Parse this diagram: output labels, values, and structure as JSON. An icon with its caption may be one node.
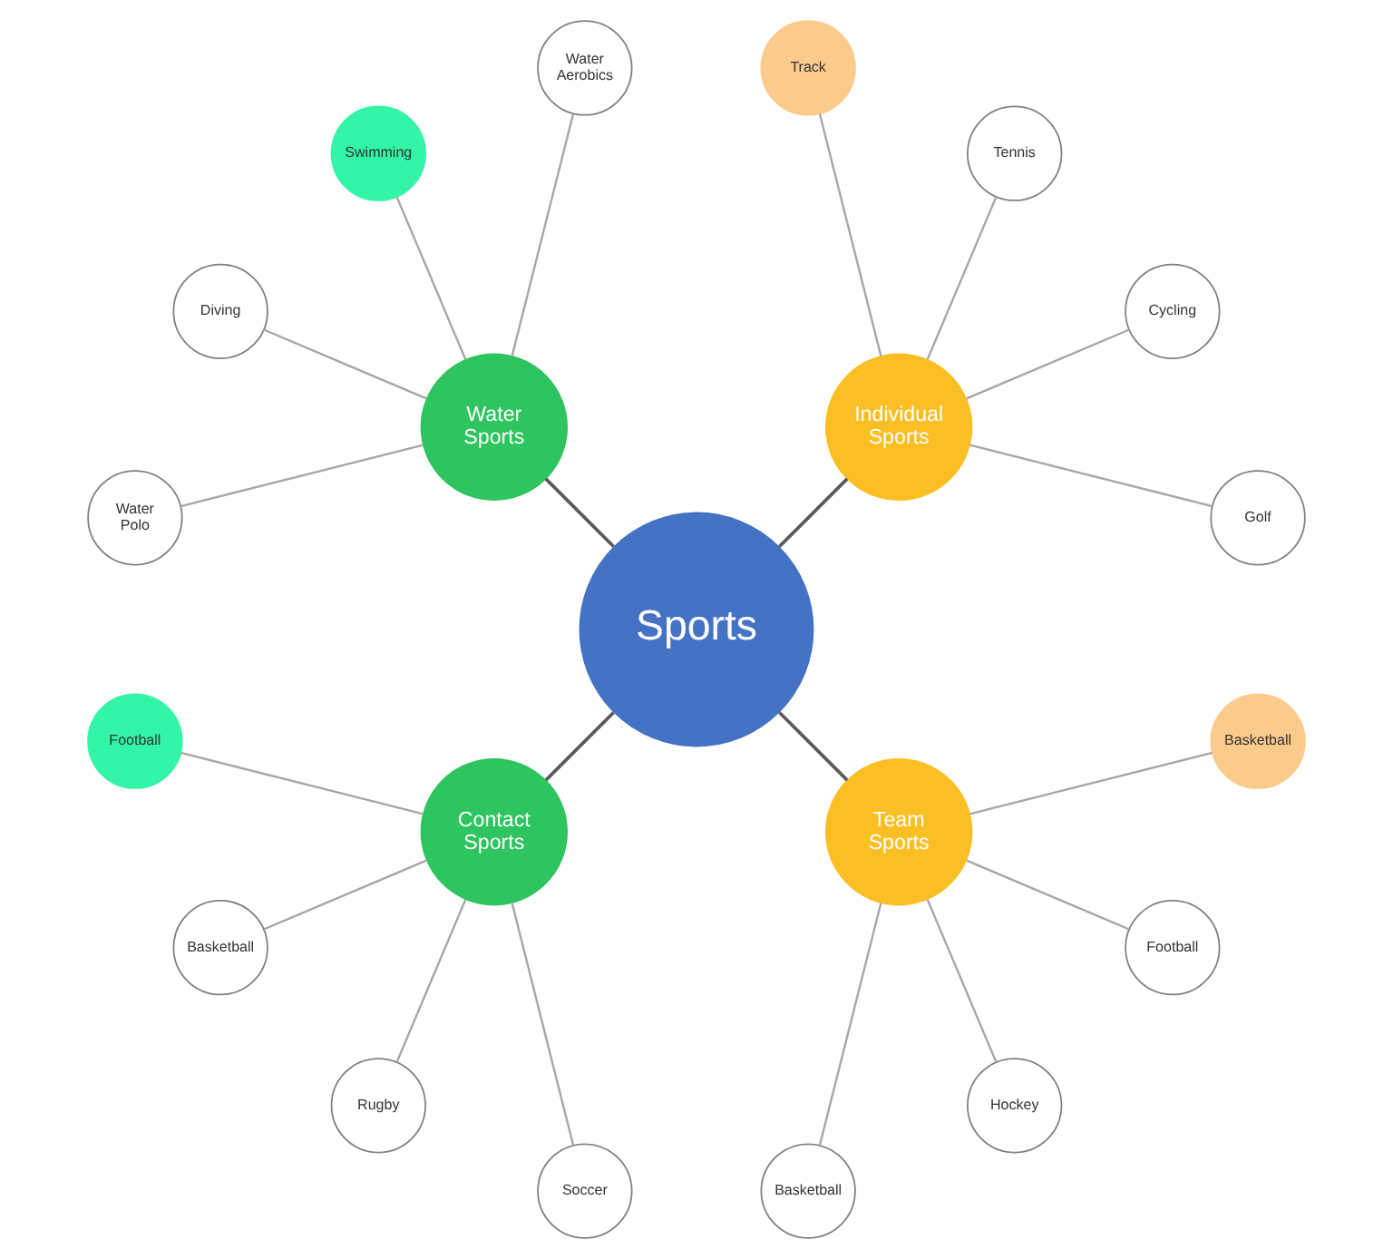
{
  "diagram": {
    "nodes": [
      {
        "text": [
          "Sports"
        ]
      },
      {
        "text": [
          "Individual Sports"
        ]
      },
      {
        "text": [
          "Golf"
        ]
      },
      {
        "text": [
          "Cycling"
        ]
      },
      {
        "text": [
          "Tennis"
        ]
      },
      {
        "text": [
          "Track"
        ]
      },
      {
        "text": [
          "Water Sports"
        ]
      },
      {
        "text": [
          "Water Aerobics"
        ]
      },
      {
        "text": [
          "Swimming"
        ]
      },
      {
        "text": [
          "Diving"
        ]
      },
      {
        "text": [
          "Water Polo"
        ]
      },
      {
        "text": [
          "Contact Sports"
        ]
      },
      {
        "text": [
          "Football"
        ]
      },
      {
        "text": [
          "Basketball"
        ]
      },
      {
        "text": [
          "Rugby"
        ]
      },
      {
        "text": [
          "Soccer"
        ]
      },
      {
        "text": [
          "Team Sports"
        ]
      },
      {
        "text": [
          "Basketball"
        ]
      },
      {
        "text": [
          "Hockey"
        ]
      },
      {
        "text": [
          "Football"
        ]
      },
      {
        "text": [
          "Basketball"
        ]
      }
    ],
    "edges": [
      {
        "from": 0,
        "to": 1,
        "arrow": "none",
        "color": "#595959"
      },
      {
        "from": 0,
        "to": 6,
        "arrow": "none",
        "color": "#595959"
      },
      {
        "from": 0,
        "to": 11,
        "arrow": "none",
        "color": "#595959"
      },
      {
        "from": 0,
        "to": 16,
        "arrow": "none",
        "color": "#595959"
      },
      {
        "from": 1,
        "to": 2,
        "arrow": "none"
      },
      {
        "from": 1,
        "to": 3,
        "arrow": "none"
      },
      {
        "from": 1,
        "to": 4,
        "arrow": "none"
      },
      {
        "from": 1,
        "to": 5,
        "arrow": "none"
      },
      {
        "from": 6,
        "to": 7,
        "arrow": "none"
      },
      {
        "from": 6,
        "to": 8,
        "arrow": "none"
      },
      {
        "from": 6,
        "to": 9,
        "arrow": "none"
      },
      {
        "from": 6,
        "to": 10,
        "arrow": "none"
      },
      {
        "from": 11,
        "to": 12,
        "arrow": "none"
      },
      {
        "from": 11,
        "to": 13,
        "arrow": "none"
      },
      {
        "from": 11,
        "to": 14,
        "arrow": "none"
      },
      {
        "from": 11,
        "to": 15,
        "arrow": "none"
      },
      {
        "from": 16,
        "to": 17,
        "arrow": "none"
      },
      {
        "from": 16,
        "to": 18,
        "arrow": "none"
      },
      {
        "from": 16,
        "to": 19,
        "arrow": "none"
      },
      {
        "from": 16,
        "to": 20,
        "arrow": "none"
      }
    ]
  }
}
